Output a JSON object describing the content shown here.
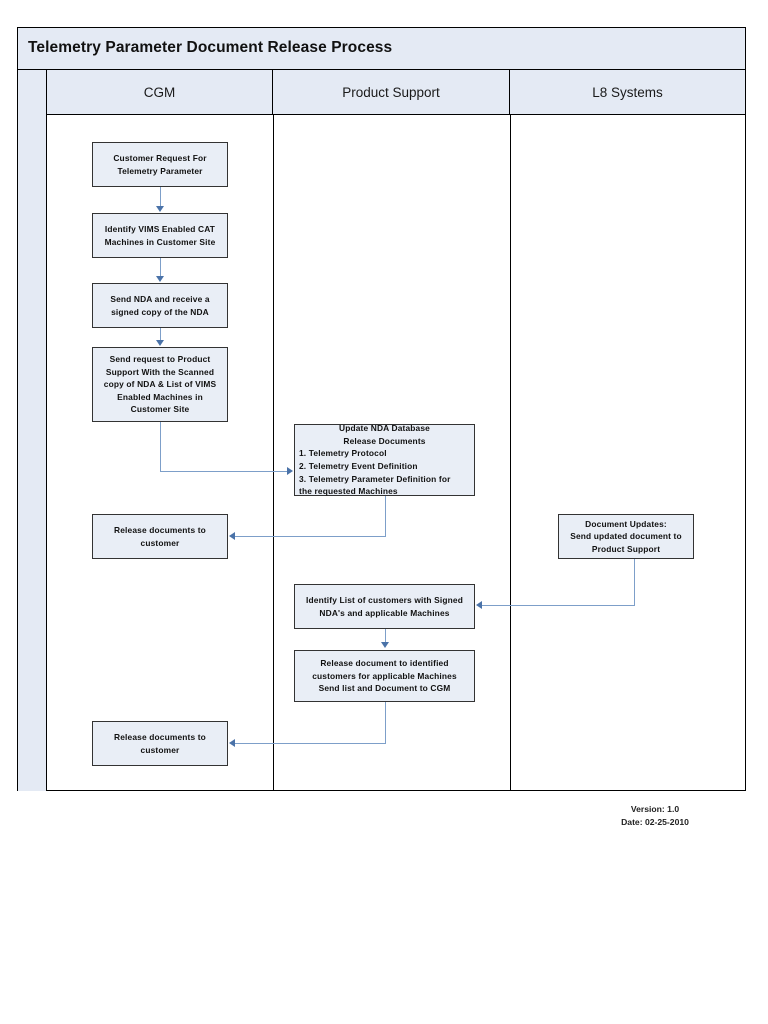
{
  "diagram": {
    "title": "Telemetry Parameter Document Release Process",
    "type": "swimlane-flowchart",
    "lanes": [
      {
        "id": "cgm",
        "label": "CGM"
      },
      {
        "id": "product_support",
        "label": "Product Support"
      },
      {
        "id": "l8_systems",
        "label": "L8 Systems"
      }
    ],
    "nodes": [
      {
        "id": "n1",
        "lane": "cgm",
        "lines": [
          "Customer Request For",
          "Telemetry Parameter"
        ]
      },
      {
        "id": "n2",
        "lane": "cgm",
        "lines": [
          "Identify VIMS Enabled CAT",
          "Machines in Customer Site"
        ]
      },
      {
        "id": "n3",
        "lane": "cgm",
        "lines": [
          "Send NDA and receive a",
          "signed copy of the NDA"
        ]
      },
      {
        "id": "n4",
        "lane": "cgm",
        "lines": [
          "Send request to Product",
          "Support With the Scanned",
          "copy of NDA & List of VIMS",
          "Enabled Machines in",
          "Customer Site"
        ]
      },
      {
        "id": "n5",
        "lane": "product_support",
        "heading": [
          "Update NDA Database",
          "Release Documents"
        ],
        "lines": [
          "1. Telemetry Protocol",
          "2. Telemetry Event Definition",
          "3. Telemetry Parameter Definition for",
          "the requested Machines"
        ]
      },
      {
        "id": "n6",
        "lane": "cgm",
        "lines": [
          "Release documents to",
          "customer"
        ]
      },
      {
        "id": "n7",
        "lane": "l8_systems",
        "lines": [
          "Document Updates:",
          "Send updated document to",
          "Product Support"
        ]
      },
      {
        "id": "n8",
        "lane": "product_support",
        "lines": [
          "Identify List of customers with Signed",
          "NDA's and applicable Machines"
        ]
      },
      {
        "id": "n9",
        "lane": "product_support",
        "lines": [
          "Release document to identified",
          "customers for applicable Machines",
          "Send list and Document to CGM"
        ]
      },
      {
        "id": "n10",
        "lane": "cgm",
        "lines": [
          "Release documents to",
          "customer"
        ]
      }
    ],
    "edges": [
      {
        "from": "n1",
        "to": "n2",
        "kind": "down"
      },
      {
        "from": "n2",
        "to": "n3",
        "kind": "down"
      },
      {
        "from": "n3",
        "to": "n4",
        "kind": "down"
      },
      {
        "from": "n4",
        "to": "n5",
        "kind": "down-right"
      },
      {
        "from": "n5",
        "to": "n6",
        "kind": "down-left"
      },
      {
        "from": "n7",
        "to": "n8",
        "kind": "down-left"
      },
      {
        "from": "n8",
        "to": "n9",
        "kind": "down"
      },
      {
        "from": "n9",
        "to": "n10",
        "kind": "down-left"
      }
    ],
    "colors": {
      "node_fill": "#e9eef6",
      "node_border": "#333333",
      "lane_header_fill": "#e4eaf4",
      "frame_border": "#000000",
      "connector": "#7d9fc9",
      "arrowhead": "#4a72a8"
    }
  },
  "footer": {
    "version": "Version: 1.0",
    "date": "Date: 02-25-2010"
  }
}
